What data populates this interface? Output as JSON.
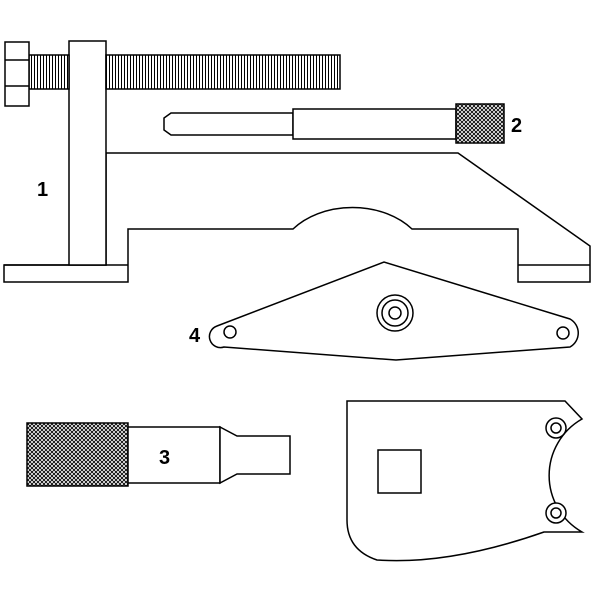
{
  "colors": {
    "stroke": "#000000",
    "background": "#ffffff",
    "fill": "#ffffff"
  },
  "labels": {
    "tool1": "1",
    "tool2": "2",
    "tool3": "3",
    "tool4": "4"
  }
}
